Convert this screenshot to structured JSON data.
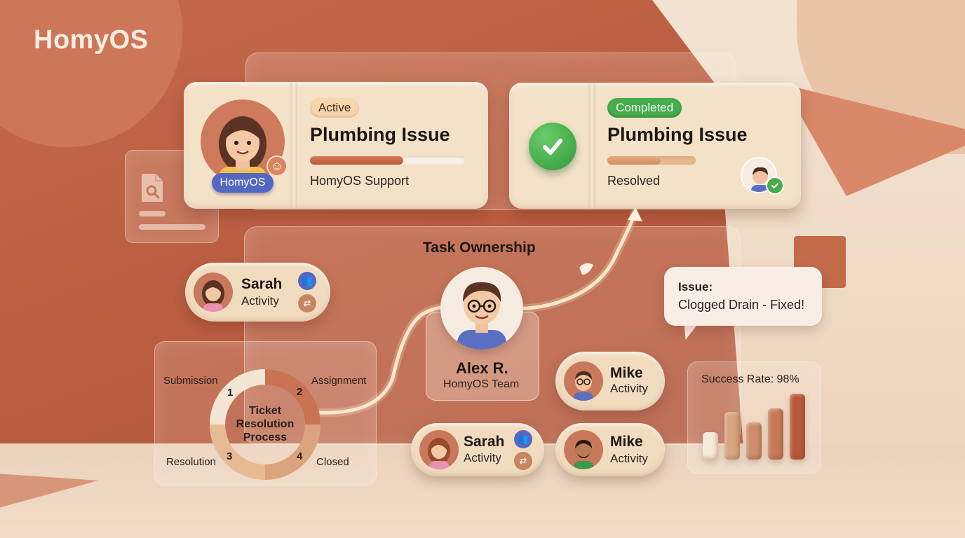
{
  "app": {
    "logo": "HomyOS"
  },
  "active_ticket": {
    "status": "Active",
    "title": "Plumbing Issue",
    "progress": 0.6,
    "assignee": "HomyOS Support",
    "avatar_badge": "HomyOS",
    "avatar_icon": "smiley-icon"
  },
  "completed_ticket": {
    "status": "Completed",
    "title": "Plumbing Issue",
    "progress": 0.6,
    "state": "Resolved",
    "check_icon": "check-circle-icon"
  },
  "task_ownership": {
    "title": "Task Ownership",
    "owner": {
      "name": "Alex R.",
      "team": "HomyOS Team"
    },
    "participants": [
      {
        "name": "Sarah",
        "sub": "Activity"
      },
      {
        "name": "Mike",
        "sub": "Activity"
      },
      {
        "name": "Sarah",
        "sub": "Activity"
      },
      {
        "name": "Mike",
        "sub": "Activity"
      }
    ]
  },
  "issue_bubble": {
    "label": "Issue:",
    "text": "Clogged Drain - Fixed!"
  },
  "process": {
    "center": [
      "Ticket",
      "Resolution",
      "Process"
    ],
    "steps": [
      {
        "num": "1",
        "label": "Submission"
      },
      {
        "num": "2",
        "label": "Assignment"
      },
      {
        "num": "3",
        "label": "Resolution"
      },
      {
        "num": "4",
        "label": "Closed"
      }
    ]
  },
  "success_chart": {
    "title": "Success Rate: 98%",
    "chart_data": {
      "type": "bar",
      "title": "Success Rate: 98%",
      "values": [
        0.42,
        0.72,
        0.56,
        0.78,
        1.0
      ],
      "colors": [
        "#f6ead8",
        "#d7a57e",
        "#cd8e69",
        "#c77a57",
        "#b8583a"
      ]
    }
  },
  "colors": {
    "accent": "#b95c3f",
    "card": "#f3e1c8",
    "success": "#45ad4c",
    "badge_blue": "#5468c2"
  }
}
